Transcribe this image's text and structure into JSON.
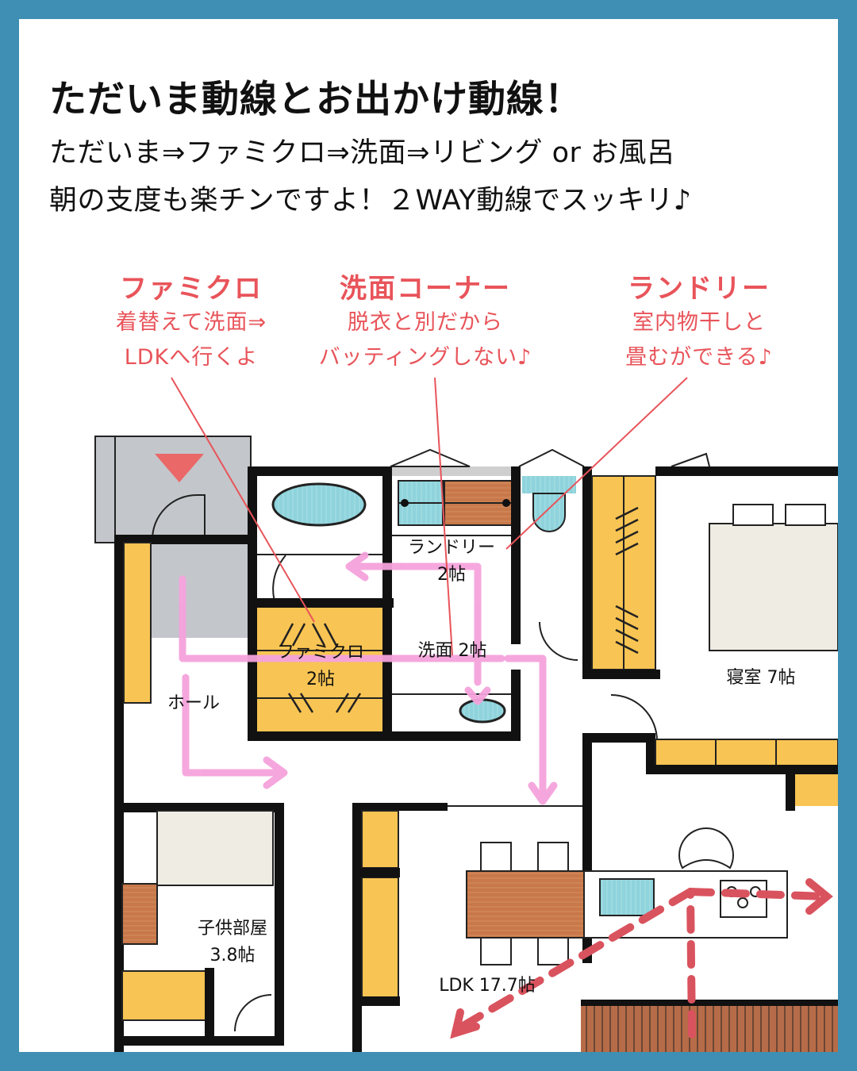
{
  "header": {
    "title": "ただいま動線とお出かけ動線！",
    "subtitle_line1": "ただいま⇒ファミクロ⇒洗面⇒リビング or お風呂",
    "subtitle_line2": "朝の支度も楽チンですよ！２WAY動線でスッキリ♪"
  },
  "callouts": [
    {
      "heading": "ファミクロ",
      "line1": "着替えて洗面⇒",
      "line2": "LDKへ行くよ"
    },
    {
      "heading": "洗面コーナー",
      "line1": "脱衣と別だから",
      "line2": "バッティングしない♪"
    },
    {
      "heading": "ランドリー",
      "line1": "室内物干しと",
      "line2": "畳むができる♪"
    }
  ],
  "rooms": {
    "laundry": {
      "name": "ランドリー",
      "size": "2帖"
    },
    "famikuro": {
      "name": "ファミクロ",
      "size": "2帖"
    },
    "washroom": {
      "name": "洗面 2帖"
    },
    "hall": {
      "name": "ホール"
    },
    "bedroom": {
      "name": "寝室 7帖"
    },
    "kids_room": {
      "name": "子供部屋",
      "size": "3.8帖"
    },
    "ldk": {
      "name": "LDK 17.7帖"
    }
  },
  "colors": {
    "border": "#3e8fb3",
    "callout": "#e8545a",
    "pink_route": "#f5a3dc",
    "red_route": "#d9535e",
    "closet": "#f8c453",
    "wood": "#c8784a",
    "water": "#8fd3dc",
    "floor_gray": "#c3c6cb",
    "bed": "#efece4"
  }
}
